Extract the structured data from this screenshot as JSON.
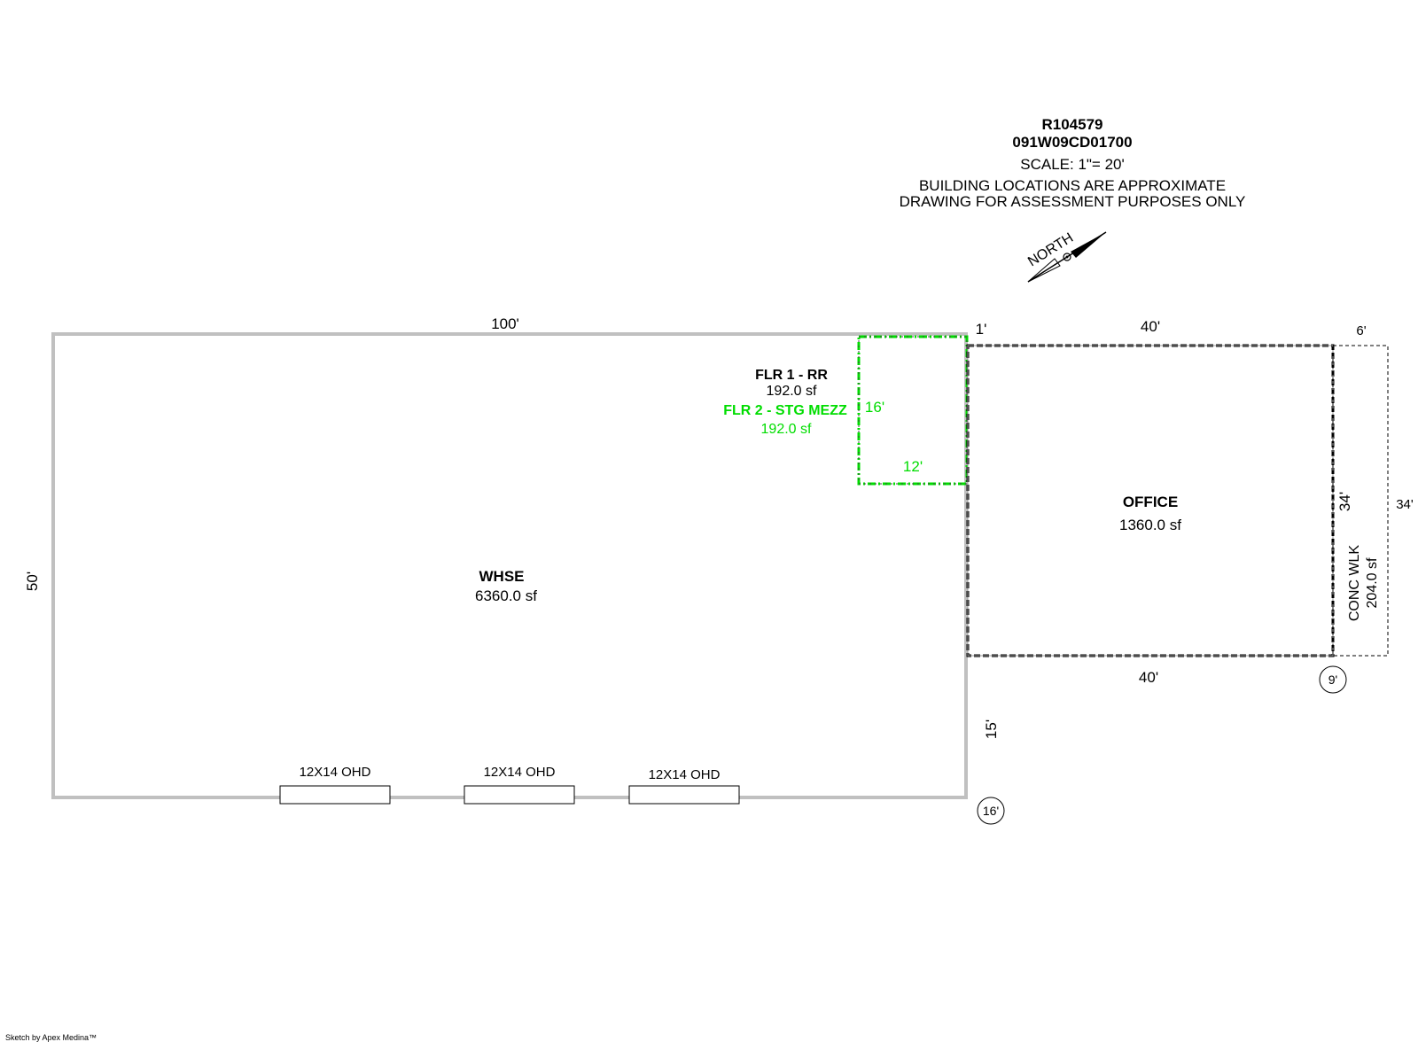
{
  "header": {
    "account": "R104579",
    "parcel": "091W09CD01700",
    "scale": "SCALE: 1\"= 20'",
    "note_line1": "BUILDING LOCATIONS ARE APPROXIMATE",
    "note_line2": "DRAWING FOR ASSESSMENT PURPOSES ONLY"
  },
  "north_label": "NORTH",
  "colors": {
    "warehouse_outline": "#c0c0c0",
    "mezzanine": "#00dd00",
    "text": "#000000"
  },
  "areas": {
    "warehouse": {
      "name": "WHSE",
      "area": "6360.0 sf"
    },
    "restroom": {
      "name": "FLR 1 - RR",
      "area": "192.0 sf"
    },
    "mezzanine": {
      "name": "FLR 2 - STG MEZZ",
      "area": "192.0 sf"
    },
    "office": {
      "name": "OFFICE",
      "area": "1360.0 sf"
    },
    "walk": {
      "name": "CONC WLK",
      "area": "204.0 sf"
    }
  },
  "dimensions": {
    "whse_top": "100'",
    "whse_left": "50'",
    "whse_right_lower": "15'",
    "whse_corner": "16'",
    "gap": "1'",
    "mezz_height": "16'",
    "mezz_width": "12'",
    "office_top": "40'",
    "office_bottom": "40'",
    "office_right": "34'",
    "office_corner": "9'",
    "walk_width": "6'",
    "walk_height": "34'"
  },
  "doors": [
    {
      "label": "12X14 OHD"
    },
    {
      "label": "12X14 OHD"
    },
    {
      "label": "12X14 OHD"
    }
  ],
  "footer": "Sketch by Apex Medina™"
}
